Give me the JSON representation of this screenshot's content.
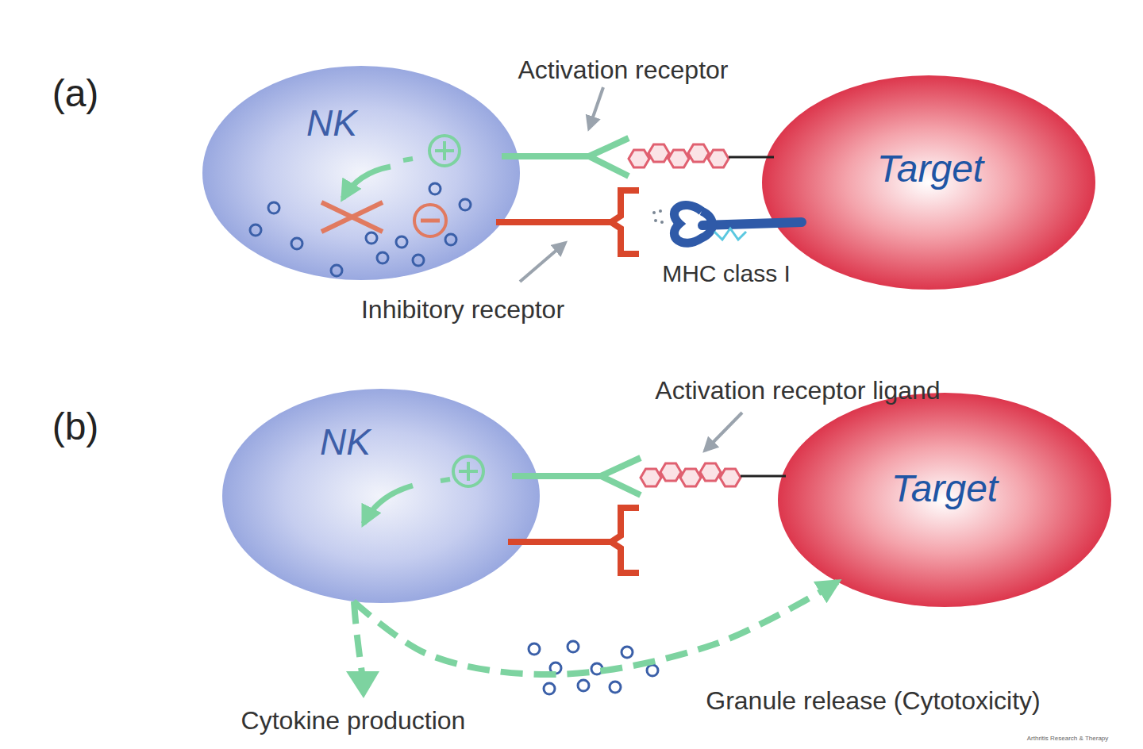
{
  "diagram": {
    "nodes": [
      {
        "text": [
          "NK"
        ]
      },
      {
        "text": [
          "Target"
        ]
      },
      {
        "text": [
          "NK"
        ]
      },
      {
        "text": [
          "Target"
        ]
      }
    ],
    "edges": [
      {
        "from": 2,
        "to": 3,
        "arrow": "to",
        "label": "Granule release (Cytotoxicity)"
      }
    ],
    "labels": [
      "(a)",
      "Activation receptor",
      "Inhibitory receptor",
      "MHC class I",
      "(b)",
      "Activation receptor ligand",
      "Cytokine production",
      "Arthritis Research & Therapy"
    ]
  }
}
